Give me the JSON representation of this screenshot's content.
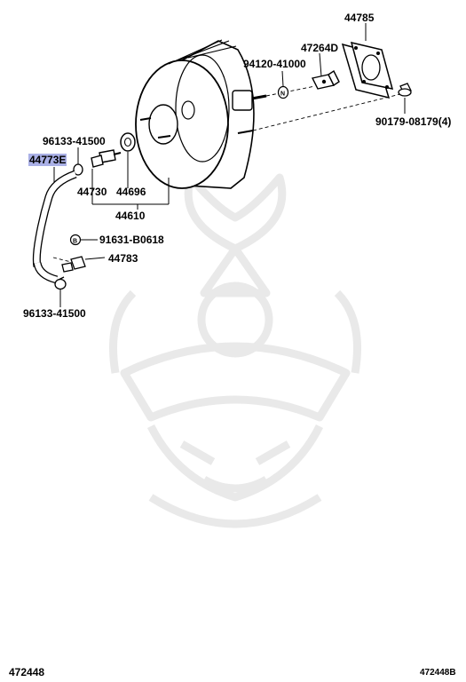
{
  "diagram_code_left": "472448",
  "diagram_code_right": "472448B",
  "parts": [
    {
      "key": "gasket",
      "number": "44785"
    },
    {
      "key": "check_valve_bracket",
      "number": "47264D"
    },
    {
      "key": "nut_a",
      "number": "94120-41000"
    },
    {
      "key": "nut_b",
      "number": "90179-08179",
      "qty": "(4)"
    },
    {
      "key": "clip_upper",
      "number": "96133-41500"
    },
    {
      "key": "hose",
      "number": "44773E"
    },
    {
      "key": "union",
      "number": "44730"
    },
    {
      "key": "grommet",
      "number": "44696"
    },
    {
      "key": "booster_assy",
      "number": "44610"
    },
    {
      "key": "bolt",
      "number": "91631-B0618"
    },
    {
      "key": "clamp",
      "number": "44783"
    },
    {
      "key": "clip_lower",
      "number": "96133-41500"
    }
  ],
  "colors": {
    "highlight": "#aab0e6",
    "watermark": "#e9e9e9",
    "ink": "#000000"
  }
}
